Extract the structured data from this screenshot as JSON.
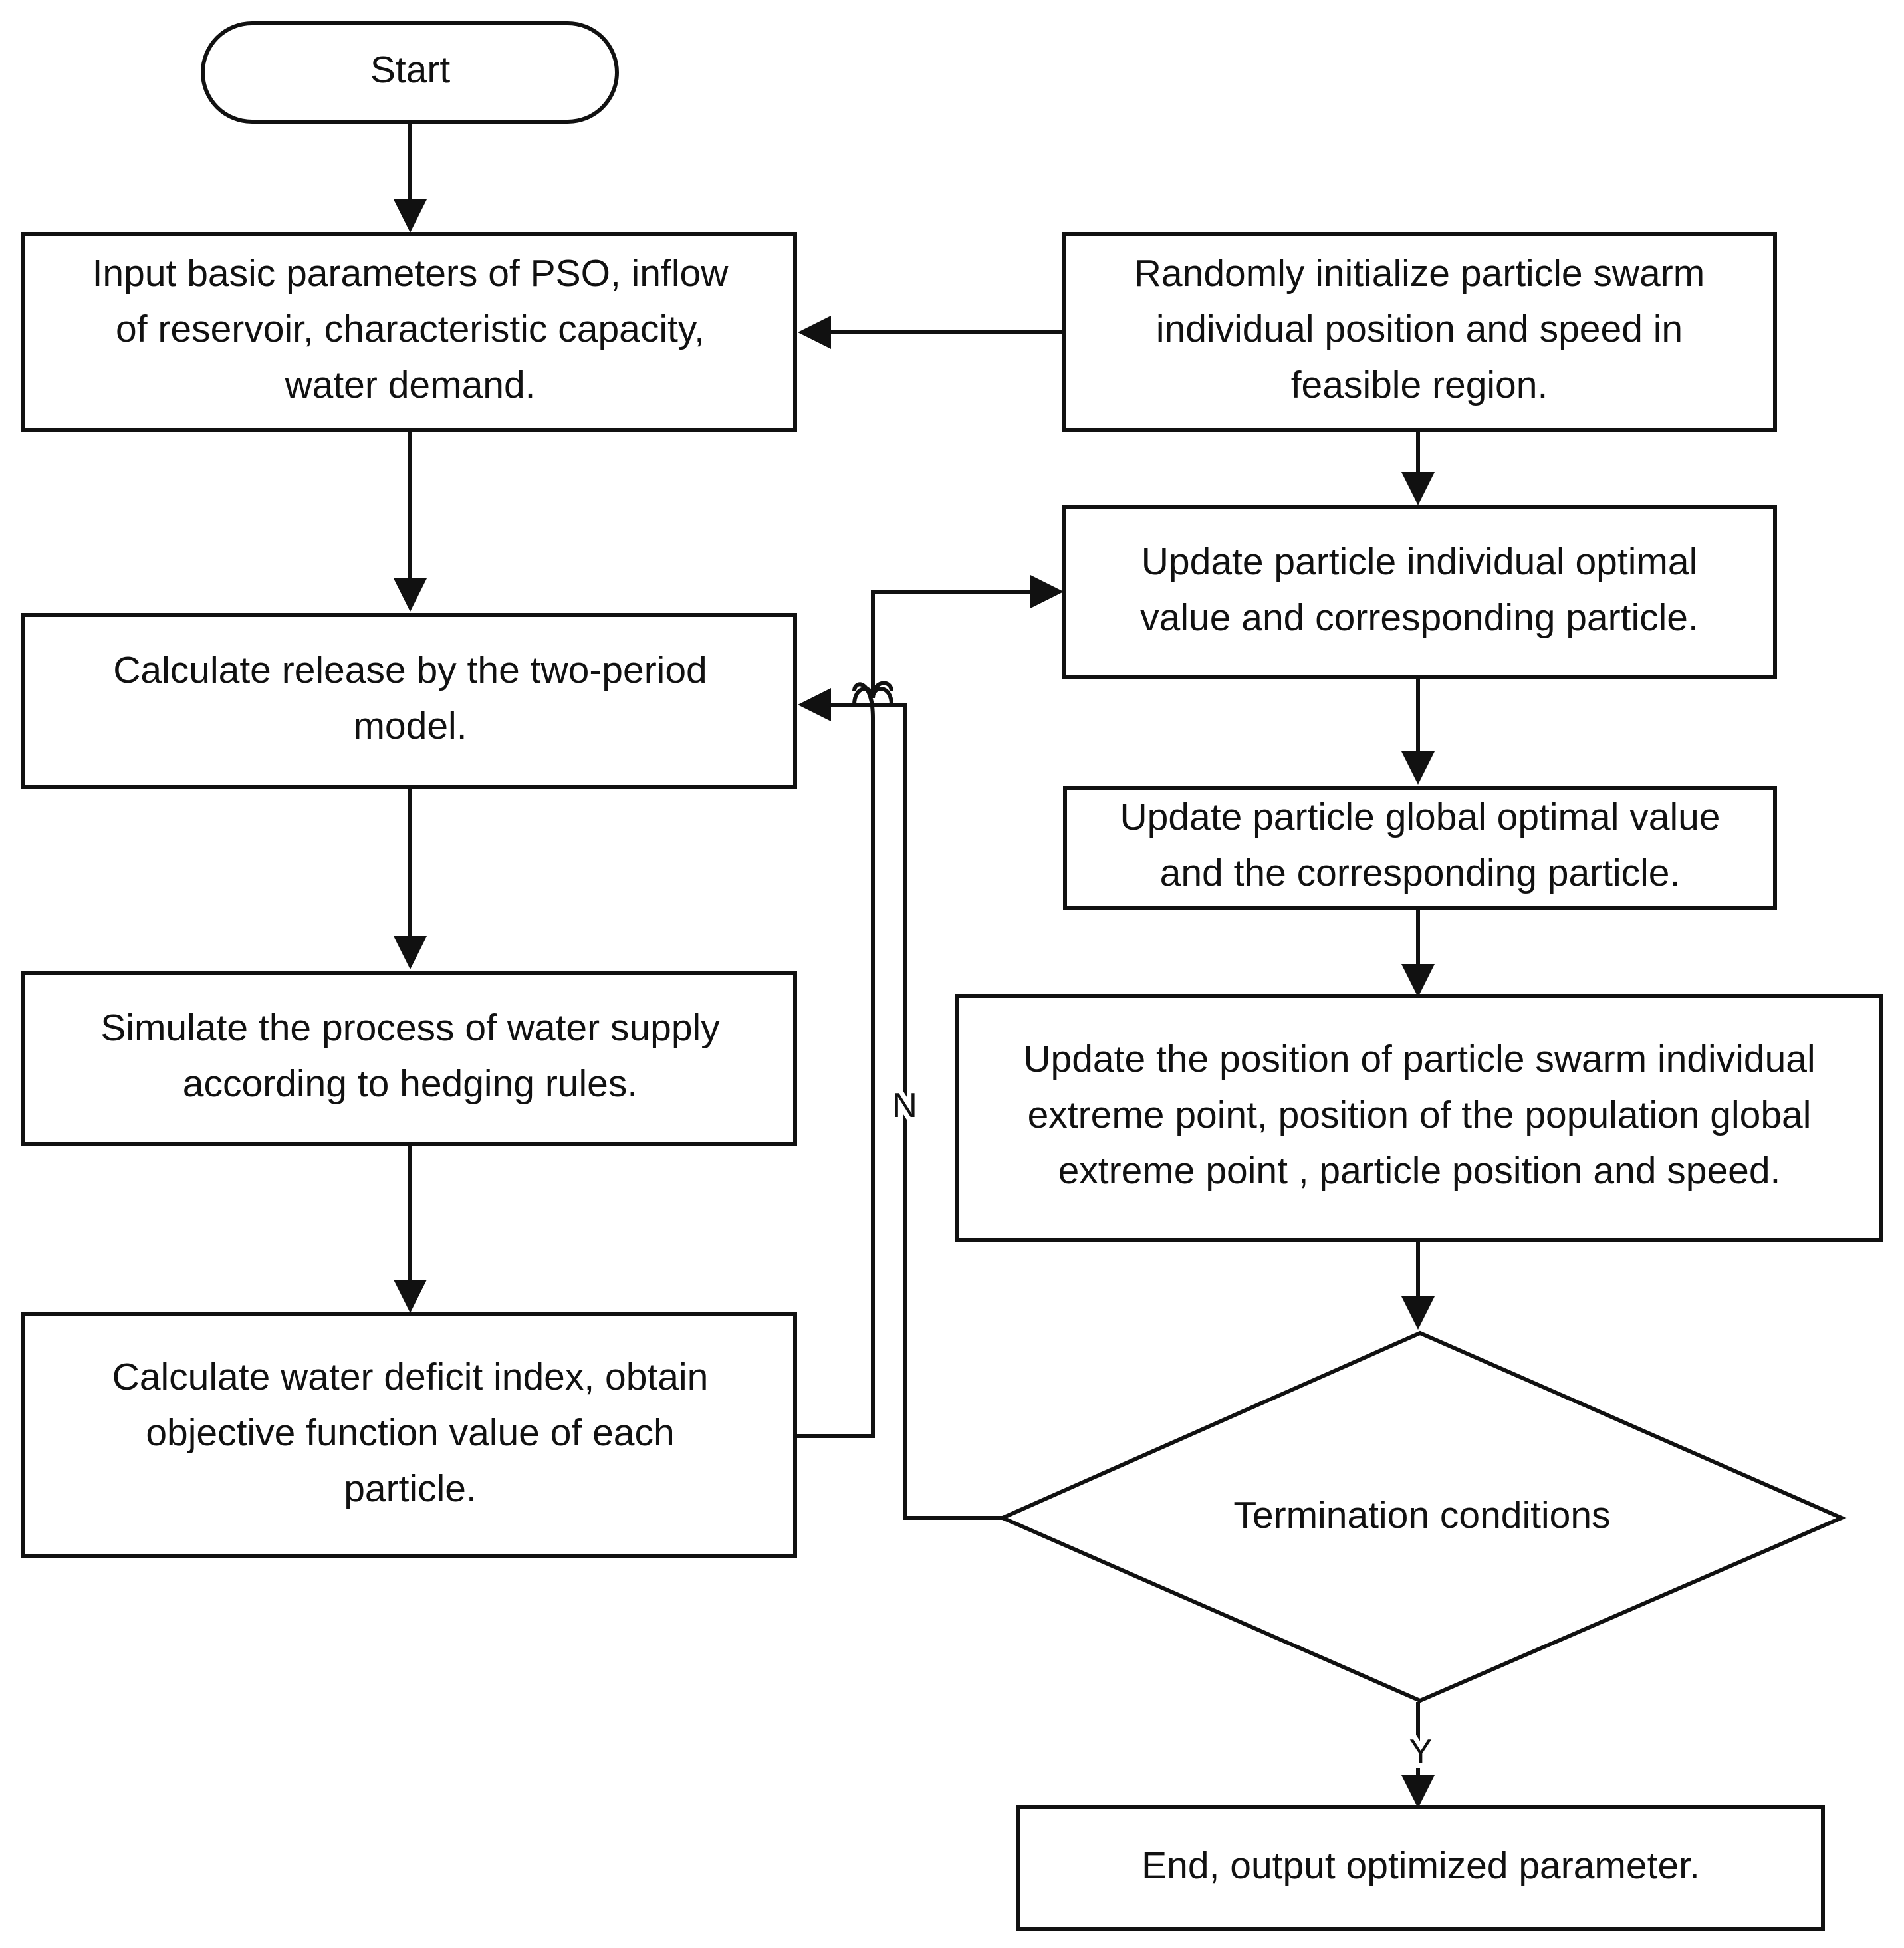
{
  "nodes": {
    "start": {
      "lines": [
        "Start"
      ]
    },
    "input": {
      "lines": [
        "Input basic parameters of PSO, inflow",
        "of reservoir, characteristic capacity,",
        "water demand."
      ]
    },
    "init": {
      "lines": [
        "Randomly initialize particle swarm",
        "individual position and speed in",
        "feasible region."
      ]
    },
    "release": {
      "lines": [
        "Calculate release by the  two-period",
        "model."
      ]
    },
    "update_individual": {
      "lines": [
        "Update particle individual optimal",
        "value and corresponding particle."
      ]
    },
    "update_global": {
      "lines": [
        "Update particle global optimal value",
        "and the corresponding particle."
      ]
    },
    "simulate": {
      "lines": [
        "Simulate the process of water supply",
        "according to hedging rules."
      ]
    },
    "update_position": {
      "lines": [
        "Update the position of particle swarm individual",
        "extreme point, position of the population global",
        "extreme point ,  particle position and speed."
      ]
    },
    "deficit": {
      "lines": [
        "Calculate water deficit index, obtain",
        "objective function value of each",
        "particle."
      ]
    },
    "termination": {
      "lines": [
        "Termination conditions"
      ]
    },
    "end": {
      "lines": [
        "End, output optimized parameter."
      ]
    }
  },
  "branch_labels": {
    "no": "N",
    "yes": "Y"
  }
}
